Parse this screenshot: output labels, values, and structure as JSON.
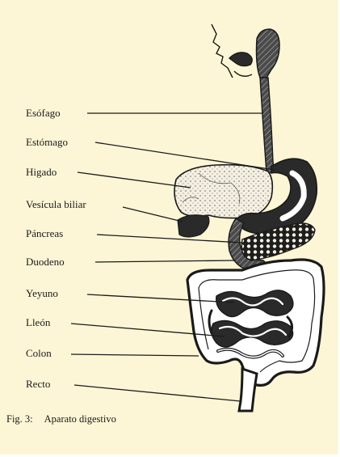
{
  "figure": {
    "caption_number": "Fig. 3:",
    "caption_title": "Aparato digestivo"
  },
  "labels": {
    "esofago": "Esófago",
    "estomago": "Estómago",
    "higado": "Higado",
    "vesicula": "Vesícula biliar",
    "pancreas": "Páncreas",
    "duodeno": "Duodeno",
    "yeyuno": "Yeyuno",
    "ileon": "Lleón",
    "colon": "Colon",
    "recto": "Recto"
  },
  "colors": {
    "paper": "#fdf6d6",
    "ink": "#1a1a1a",
    "organ_dark": "#2a2a2a",
    "organ_light": "#ffffff"
  }
}
